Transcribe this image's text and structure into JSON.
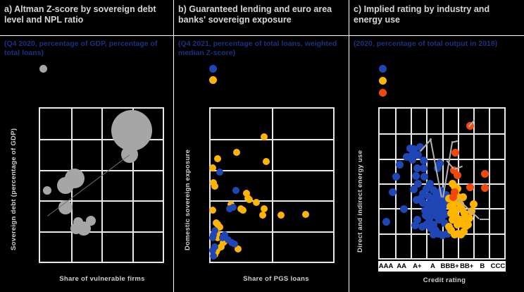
{
  "figure": {
    "background": "#000000",
    "accent_blue": "#1f46b4",
    "accent_orange": "#ffb400",
    "accent_red": "#f2480b",
    "accent_grey": "#a6a6a6",
    "subtitle_color": "#1c2f82",
    "title_color": "#d6d6d6",
    "grid_color": "#e8e8e8"
  },
  "panels": [
    {
      "id": "a",
      "title": "a) Altman Z-score by sovereign debt level and NPL ratio",
      "subtitle": "(Q4 2020, percentage of GDP, percentage of total loans)",
      "x_label": "Share of vulnerable firms",
      "y_label": "Sovereign debt (percentage of GDP)",
      "legend": [
        {
          "color": "grey",
          "name": "legend-dot-grey"
        }
      ]
    },
    {
      "id": "b",
      "title": "b) Guaranteed lending and euro area banks' sovereign exposure",
      "subtitle": "(Q4 2021, percentage of total loans, weighted median Z-score)",
      "x_label": "Share of PGS loans",
      "y_label": "Domestic sovereign exposure",
      "legend": [
        {
          "color": "blue",
          "name": "legend-dot-blue"
        },
        {
          "color": "orange",
          "name": "legend-dot-orange"
        }
      ]
    },
    {
      "id": "c",
      "title": "c) Implied rating by industry and energy use",
      "subtitle": "(2020, percentage of total output in 2018)",
      "x_label": "Credit rating",
      "y_label": "Direct and indirect energy use",
      "legend": [
        {
          "color": "blue",
          "name": "legend-dot-blue"
        },
        {
          "color": "orange",
          "name": "legend-dot-orange"
        },
        {
          "color": "red",
          "name": "legend-dot-red"
        }
      ],
      "rating_ticks": [
        "AAA",
        "AA",
        "A+",
        "A",
        "BBB+",
        "BB+",
        "B",
        "CCC"
      ]
    }
  ],
  "chart_data": [
    {
      "id": "a",
      "type": "scatter",
      "title": "a) Altman Z-score by sovereign debt level and NPL ratio",
      "subtitle": "(Q4 2020, percentage of GDP, percentage of total loans)",
      "xlabel": "Share of vulnerable firms",
      "ylabel": "Sovereign debt (percentage of GDP)",
      "grid": {
        "cols": 4,
        "rows": 5
      },
      "marker": "bubble",
      "bubble_color": "#a6a6a6",
      "trendline": {
        "x0": 0.06,
        "y0": 0.3,
        "x1": 0.73,
        "y1": 0.7
      },
      "points": [
        {
          "x": 0.06,
          "y": 0.465,
          "r": 6
        },
        {
          "x": 0.205,
          "y": 0.5,
          "r": 12
        },
        {
          "x": 0.28,
          "y": 0.545,
          "r": 14
        },
        {
          "x": 0.205,
          "y": 0.355,
          "r": 10
        },
        {
          "x": 0.31,
          "y": 0.26,
          "r": 7
        },
        {
          "x": 0.295,
          "y": 0.215,
          "r": 8
        },
        {
          "x": 0.355,
          "y": 0.215,
          "r": 10
        },
        {
          "x": 0.415,
          "y": 0.265,
          "r": 7
        },
        {
          "x": 0.73,
          "y": 0.7,
          "r": 12
        },
        {
          "x": 0.745,
          "y": 0.855,
          "r": 29
        }
      ]
    },
    {
      "id": "b",
      "type": "scatter",
      "title": "b) Guaranteed lending and euro area banks' sovereign exposure",
      "subtitle": "(Q4 2021, percentage of total loans, weighted median Z-score)",
      "xlabel": "Share of PGS loans",
      "ylabel": "Domestic sovereign exposure",
      "grid": {
        "cols": 2,
        "rows": 5
      },
      "series": [
        {
          "name": "orange",
          "color": "#ffb400",
          "points": [
            [
              0.435,
              0.815
            ],
            [
              0.215,
              0.715
            ],
            [
              0.455,
              0.655
            ],
            [
              0.055,
              0.675
            ],
            [
              0.015,
              0.615
            ],
            [
              0.025,
              0.515
            ],
            [
              0.035,
              0.495
            ],
            [
              0.295,
              0.445
            ],
            [
              0.305,
              0.415
            ],
            [
              0.315,
              0.405
            ],
            [
              0.375,
              0.385
            ],
            [
              0.165,
              0.375
            ],
            [
              0.245,
              0.345
            ],
            [
              0.265,
              0.335
            ],
            [
              0.435,
              0.345
            ],
            [
              0.015,
              0.335
            ],
            [
              0.425,
              0.305
            ],
            [
              0.575,
              0.305
            ],
            [
              0.775,
              0.31
            ],
            [
              0.045,
              0.255
            ],
            [
              0.055,
              0.245
            ],
            [
              0.075,
              0.225
            ],
            [
              0.05,
              0.185
            ],
            [
              0.06,
              0.155
            ],
            [
              0.115,
              0.135
            ],
            [
              0.105,
              0.125
            ],
            [
              0.085,
              0.095
            ],
            [
              0.055,
              0.085
            ],
            [
              0.045,
              0.065
            ],
            [
              0.225,
              0.085
            ],
            [
              0.035,
              0.045
            ]
          ]
        },
        {
          "name": "blue",
          "color": "#1f46b4",
          "points": [
            [
              0.075,
              0.585
            ],
            [
              0.205,
              0.465
            ],
            [
              0.185,
              0.355
            ],
            [
              0.155,
              0.345
            ],
            [
              0.035,
              0.205
            ],
            [
              0.025,
              0.175
            ],
            [
              0.015,
              0.155
            ],
            [
              0.095,
              0.155
            ],
            [
              0.115,
              0.175
            ],
            [
              0.145,
              0.145
            ],
            [
              0.175,
              0.125
            ],
            [
              0.195,
              0.115
            ],
            [
              0.035,
              0.095
            ],
            [
              0.015,
              0.075
            ],
            [
              0.025,
              0.035
            ]
          ]
        }
      ]
    },
    {
      "id": "c",
      "type": "scatter",
      "title": "c) Implied rating by industry and energy use",
      "subtitle": "(2020, percentage of total output in 2018)",
      "xlabel": "Credit rating",
      "ylabel": "Direct and indirect energy use",
      "grid": {
        "cols": 8,
        "rows": 6
      },
      "xticks": [
        "AAA",
        "AA",
        "A+",
        "A",
        "BBB+",
        "BB+",
        "B",
        "CCC"
      ],
      "series": [
        {
          "name": "blue",
          "color": "#1f46b4",
          "points": [
            [
              0.055,
              0.245
            ],
            [
              0.105,
              0.44
            ],
            [
              0.135,
              0.545
            ],
            [
              0.16,
              0.625
            ],
            [
              0.195,
              0.33
            ],
            [
              0.215,
              0.675
            ],
            [
              0.245,
              0.735
            ],
            [
              0.26,
              0.69
            ],
            [
              0.275,
              0.73
            ],
            [
              0.29,
              0.55
            ],
            [
              0.3,
              0.6
            ],
            [
              0.31,
              0.5
            ],
            [
              0.325,
              0.745
            ],
            [
              0.33,
              0.4
            ],
            [
              0.345,
              0.43
            ],
            [
              0.35,
              0.37
            ],
            [
              0.355,
              0.6
            ],
            [
              0.36,
              0.545
            ],
            [
              0.365,
              0.32
            ],
            [
              0.37,
              0.285
            ],
            [
              0.375,
              0.465
            ],
            [
              0.385,
              0.36
            ],
            [
              0.39,
              0.31
            ],
            [
              0.395,
              0.415
            ],
            [
              0.4,
              0.26
            ],
            [
              0.405,
              0.5
            ],
            [
              0.41,
              0.345
            ],
            [
              0.42,
              0.3
            ],
            [
              0.425,
              0.4
            ],
            [
              0.43,
              0.455
            ],
            [
              0.435,
              0.225
            ],
            [
              0.44,
              0.375
            ],
            [
              0.445,
              0.325
            ],
            [
              0.45,
              0.285
            ],
            [
              0.455,
              0.43
            ],
            [
              0.46,
              0.345
            ],
            [
              0.465,
              0.395
            ],
            [
              0.47,
              0.3
            ],
            [
              0.475,
              0.255
            ],
            [
              0.48,
              0.36
            ],
            [
              0.485,
              0.41
            ],
            [
              0.49,
              0.31
            ],
            [
              0.495,
              0.45
            ],
            [
              0.5,
              0.275
            ],
            [
              0.505,
              0.335
            ],
            [
              0.51,
              0.39
            ],
            [
              0.515,
              0.3
            ],
            [
              0.52,
              0.365
            ],
            [
              0.525,
              0.235
            ],
            [
              0.53,
              0.295
            ],
            [
              0.535,
              0.42
            ],
            [
              0.45,
              0.185
            ],
            [
              0.47,
              0.165
            ],
            [
              0.41,
              0.2
            ],
            [
              0.375,
              0.225
            ],
            [
              0.355,
              0.655
            ],
            [
              0.31,
              0.69
            ],
            [
              0.265,
              0.66
            ],
            [
              0.505,
              0.155
            ],
            [
              0.545,
              0.165
            ],
            [
              0.305,
              0.255
            ],
            [
              0.285,
              0.22
            ],
            [
              0.34,
              0.21
            ],
            [
              0.43,
              0.16
            ],
            [
              0.295,
              0.39
            ],
            [
              0.275,
              0.46
            ],
            [
              0.465,
              0.6
            ],
            [
              0.485,
              0.635
            ]
          ]
        },
        {
          "name": "orange",
          "color": "#ffb400",
          "points": [
            [
              0.555,
              0.4
            ],
            [
              0.565,
              0.345
            ],
            [
              0.575,
              0.3
            ],
            [
              0.585,
              0.255
            ],
            [
              0.595,
              0.37
            ],
            [
              0.605,
              0.325
            ],
            [
              0.615,
              0.275
            ],
            [
              0.625,
              0.225
            ],
            [
              0.555,
              0.21
            ],
            [
              0.575,
              0.185
            ],
            [
              0.6,
              0.16
            ],
            [
              0.63,
              0.165
            ],
            [
              0.655,
              0.16
            ],
            [
              0.675,
              0.175
            ],
            [
              0.59,
              0.41
            ],
            [
              0.61,
              0.44
            ],
            [
              0.63,
              0.41
            ],
            [
              0.645,
              0.36
            ],
            [
              0.66,
              0.33
            ],
            [
              0.68,
              0.3
            ],
            [
              0.7,
              0.27
            ],
            [
              0.72,
              0.265
            ],
            [
              0.74,
              0.315
            ],
            [
              0.755,
              0.36
            ],
            [
              0.645,
              0.255
            ],
            [
              0.665,
              0.23
            ],
            [
              0.69,
              0.215
            ],
            [
              0.71,
              0.225
            ],
            [
              0.6,
              0.48
            ],
            [
              0.625,
              0.465
            ],
            [
              0.585,
              0.5
            ],
            [
              0.67,
              0.41
            ]
          ]
        },
        {
          "name": "red",
          "color": "#f2480b",
          "points": [
            [
              0.725,
              0.885
            ],
            [
              0.61,
              0.705
            ],
            [
              0.595,
              0.585
            ],
            [
              0.625,
              0.555
            ],
            [
              0.6,
              0.44
            ],
            [
              0.59,
              0.41
            ],
            [
              0.845,
              0.565
            ],
            [
              0.845,
              0.47
            ],
            [
              0.725,
              0.475
            ]
          ]
        }
      ],
      "callouts": [
        {
          "x0": 0.32,
          "y0": 0.715,
          "x1": 0.41,
          "y1": 0.8
        },
        {
          "x0": 0.41,
          "y0": 0.8,
          "x1": 0.5,
          "y1": 0.405
        },
        {
          "x0": 0.5,
          "y0": 0.405,
          "x1": 0.575,
          "y1": 0.78
        },
        {
          "x0": 0.545,
          "y0": 0.655,
          "x1": 0.6,
          "y1": 0.6
        },
        {
          "x0": 0.575,
          "y0": 0.78,
          "x1": 0.625,
          "y1": 0.79
        },
        {
          "x0": 0.6,
          "y0": 0.6,
          "x1": 0.665,
          "y1": 0.62
        },
        {
          "x0": 0.71,
          "y0": 0.88,
          "x1": 0.755,
          "y1": 0.925
        },
        {
          "x0": 0.625,
          "y0": 0.4,
          "x1": 0.8,
          "y1": 0.265
        },
        {
          "x0": 0.8,
          "y0": 0.265,
          "x1": 0.875,
          "y1": 0.265
        }
      ]
    }
  ]
}
